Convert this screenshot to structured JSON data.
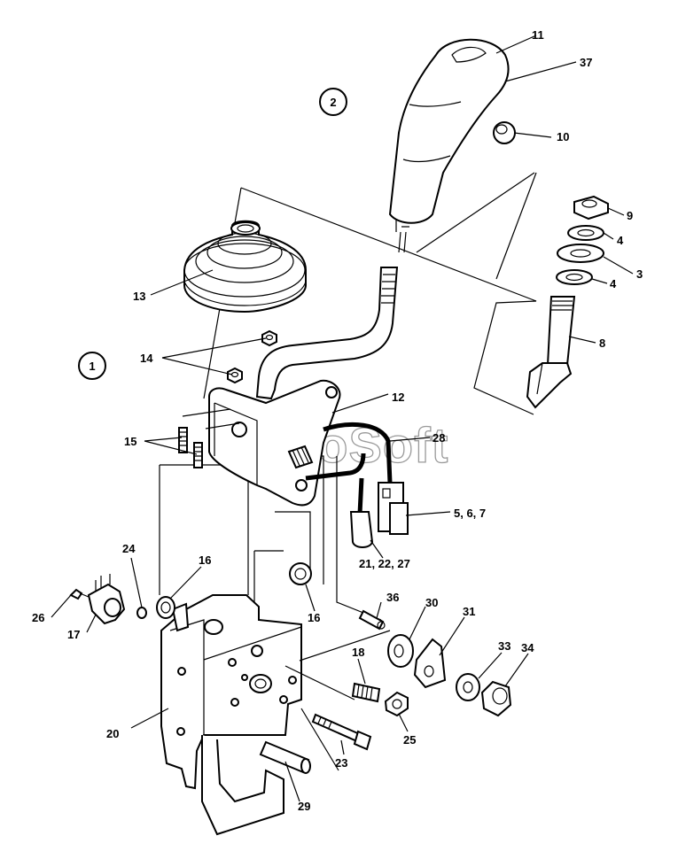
{
  "watermark": "AutoSoft",
  "views": [
    {
      "id": "view-1",
      "label": "1"
    },
    {
      "id": "view-2",
      "label": "2"
    }
  ],
  "callouts": [
    {
      "id": "callout-11",
      "label": "11"
    },
    {
      "id": "callout-37",
      "label": "37"
    },
    {
      "id": "callout-10",
      "label": "10"
    },
    {
      "id": "callout-9",
      "label": "9"
    },
    {
      "id": "callout-4a",
      "label": "4"
    },
    {
      "id": "callout-3",
      "label": "3"
    },
    {
      "id": "callout-4b",
      "label": "4"
    },
    {
      "id": "callout-8",
      "label": "8"
    },
    {
      "id": "callout-13",
      "label": "13"
    },
    {
      "id": "callout-14",
      "label": "14"
    },
    {
      "id": "callout-12",
      "label": "12"
    },
    {
      "id": "callout-28",
      "label": "28"
    },
    {
      "id": "callout-15",
      "label": "15"
    },
    {
      "id": "callout-5-6-7",
      "label": "5, 6, 7"
    },
    {
      "id": "callout-21-22-27",
      "label": "21, 22, 27"
    },
    {
      "id": "callout-24",
      "label": "24"
    },
    {
      "id": "callout-16a",
      "label": "16"
    },
    {
      "id": "callout-16b",
      "label": "16"
    },
    {
      "id": "callout-26",
      "label": "26"
    },
    {
      "id": "callout-17",
      "label": "17"
    },
    {
      "id": "callout-36",
      "label": "36"
    },
    {
      "id": "callout-30",
      "label": "30"
    },
    {
      "id": "callout-31",
      "label": "31"
    },
    {
      "id": "callout-33",
      "label": "33"
    },
    {
      "id": "callout-34",
      "label": "34"
    },
    {
      "id": "callout-18",
      "label": "18"
    },
    {
      "id": "callout-20",
      "label": "20"
    },
    {
      "id": "callout-25",
      "label": "25"
    },
    {
      "id": "callout-23",
      "label": "23"
    },
    {
      "id": "callout-29",
      "label": "29"
    }
  ]
}
